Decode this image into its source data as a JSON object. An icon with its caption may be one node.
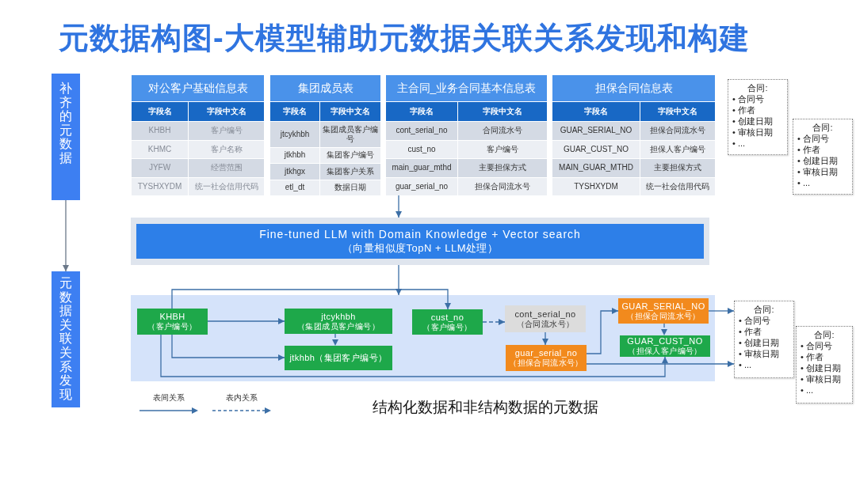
{
  "diagram": {
    "title": "元数据构图-大模型辅助元数据关联关系发现和构建",
    "caption": "结构化数据和非结构数据的元数据",
    "nodes": [
      {
        "text": [
          "补齐的元数据"
        ]
      },
      {
        "text": [
          "元数据关联关系发现"
        ]
      },
      {
        "text": [
          "对公客户基础信息表",
          "字段名",
          "字段中文名",
          "KHBH",
          "客户编号",
          "KHMC",
          "客户名称",
          "JYFW",
          "经营范围",
          "TYSHXYDM",
          "统一社会信用代码"
        ]
      },
      {
        "text": [
          "集团成员表",
          "字段名",
          "字段中文名",
          "jtcykhbh",
          "集团成员客户编号",
          "jtkhbh",
          "集团客户编号",
          "jtkhgx",
          "集团客户关系",
          "etl_dt",
          "数据日期"
        ]
      },
      {
        "text": [
          "主合同_业务合同基本信息表",
          "字段名",
          "字段中文名",
          "cont_serial_no",
          "合同流水号",
          "cust_no",
          "客户编号",
          "main_guar_mthd",
          "主要担保方式",
          "guar_serial_no",
          "担保合同流水号"
        ]
      },
      {
        "text": [
          "担保合同信息表",
          "字段名",
          "字段中文名",
          "GUAR_SERIAL_NO",
          "担保合同流水号",
          "GUAR_CUST_NO",
          "担保人客户编号",
          "MAIN_GUAR_MTHD",
          "主要担保方式",
          "TYSHXYDM",
          "统一社会信用代码"
        ]
      },
      {
        "text": [
          "合同:",
          "• 合同号",
          "• 作者",
          "• 创建日期",
          "• 审核日期",
          "• ..."
        ]
      },
      {
        "text": [
          "合同:",
          "• 合同号",
          "• 作者",
          "• 创建日期",
          "• 审核日期",
          "• ..."
        ]
      },
      {
        "text": [],
        "shape": "box"
      },
      {
        "text": [
          "Fine-tuned LLM with Domain Knowledge + Vector search",
          "（向量相似度TopN + LLM处理）"
        ],
        "in": 8
      },
      {
        "text": [],
        "shape": "box"
      },
      {
        "text": [
          "KHBH",
          "（客户编号）"
        ],
        "in": 10
      },
      {
        "text": [
          "jtcykhbh",
          "（集团成员客户编号）"
        ],
        "in": 10
      },
      {
        "text": [
          "jtkhbh（集团客户编号）"
        ],
        "in": 10
      },
      {
        "text": [
          "cust_no",
          "（客户编号）"
        ],
        "in": 10
      },
      {
        "text": [
          "cont_serial_no",
          "（合同流水号）"
        ],
        "in": 10
      },
      {
        "text": [
          "guar_serial_no",
          "（担保合同流水号）"
        ],
        "in": 10
      },
      {
        "text": [
          "GUAR_SERIAL_NO",
          "（担保合同流水号）"
        ],
        "in": 10
      },
      {
        "text": [
          "GUAR_CUST_NO",
          "（担保人客户编号）"
        ],
        "in": 10
      },
      {
        "text": [
          "合同:",
          "• 合同号",
          "• 作者",
          "• 创建日期",
          "• 审核日期",
          "• ..."
        ]
      },
      {
        "text": [
          "合同:",
          "• 合同号",
          "• 作者",
          "• 创建日期",
          "• 审核日期",
          "• ..."
        ]
      }
    ],
    "edges": [
      {
        "from": 0,
        "to": 1,
        "arrow": "to",
        "color": "#6b7889"
      },
      {
        "from": 4,
        "to": 8,
        "arrow": "to"
      },
      {
        "from": 8,
        "to": 10,
        "arrow": "to"
      },
      {
        "from": 11,
        "to": 12,
        "arrow": "to"
      },
      {
        "from": 11,
        "to": 13,
        "arrow": "to"
      },
      {
        "from": 11,
        "to": 14,
        "arrow": "to"
      },
      {
        "from": 11,
        "to": 18,
        "arrow": "to"
      },
      {
        "from": 12,
        "to": 13,
        "arrow": "to",
        "style": "dashed"
      },
      {
        "from": 14,
        "to": 15,
        "arrow": "to",
        "style": "dashed"
      },
      {
        "from": 15,
        "to": 16,
        "arrow": "to"
      },
      {
        "from": 16,
        "to": 17,
        "arrow": "to"
      },
      {
        "from": 17,
        "to": 18,
        "arrow": "to",
        "style": "dashed"
      },
      {
        "from": 17,
        "to": 19,
        "arrow": "to"
      },
      {
        "from": 16,
        "to": 19,
        "arrow": "to"
      }
    ],
    "legend": [
      {
        "text": "表间关系"
      },
      {
        "text": "表内关系"
      }
    ]
  }
}
